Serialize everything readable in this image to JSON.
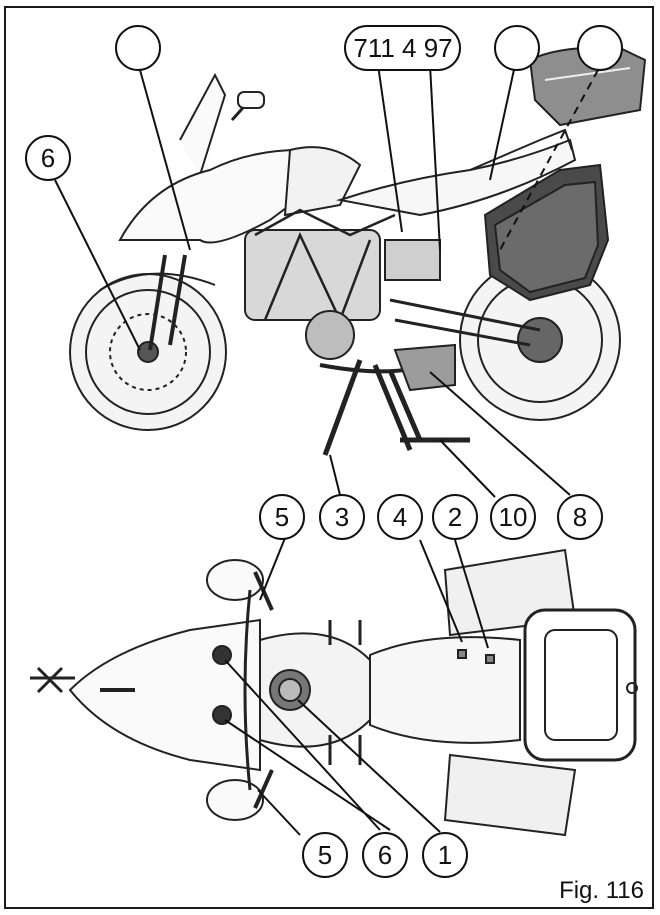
{
  "figure": {
    "caption": "Fig. 116",
    "label_strip": "711 4 97",
    "callouts": [
      {
        "id": "c-blank-1",
        "text": ""
      },
      {
        "id": "c-711497",
        "text": "711 4 97"
      },
      {
        "id": "c-blank-2",
        "text": ""
      },
      {
        "id": "c-blank-3",
        "text": ""
      },
      {
        "id": "c-6-top",
        "text": "6"
      },
      {
        "id": "c-5-a",
        "text": "5"
      },
      {
        "id": "c-3",
        "text": "3"
      },
      {
        "id": "c-4",
        "text": "4"
      },
      {
        "id": "c-2",
        "text": "2"
      },
      {
        "id": "c-10",
        "text": "10"
      },
      {
        "id": "c-8",
        "text": "8"
      },
      {
        "id": "c-5-b",
        "text": "5"
      },
      {
        "id": "c-6-bottom",
        "text": "6"
      },
      {
        "id": "c-1",
        "text": "1"
      }
    ]
  }
}
